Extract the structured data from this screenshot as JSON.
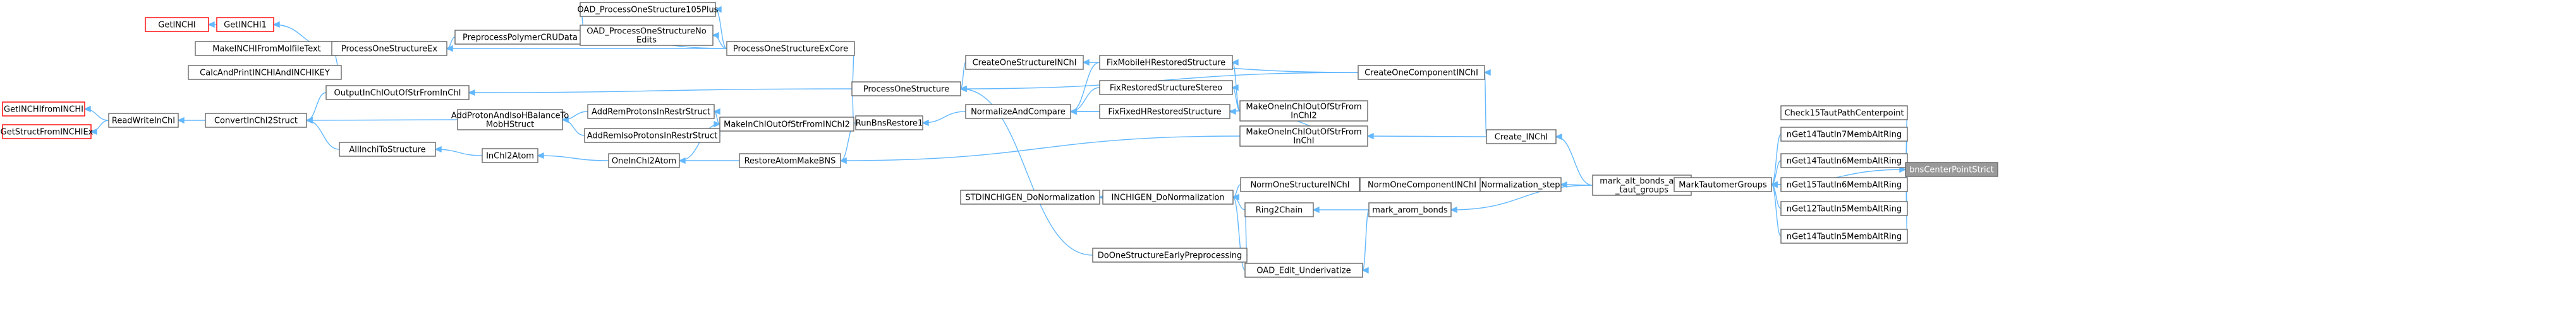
{
  "diagram": {
    "nodes": {
      "getinchi": {
        "label": [
          "GetINCHI"
        ],
        "style": "red"
      },
      "getinchi1": {
        "label": [
          "GetINCHI1"
        ],
        "style": "red"
      },
      "makeinchifrommolfile": {
        "label": [
          "MakeINCHIFromMolfileText"
        ],
        "style": "gray"
      },
      "calcandprint": {
        "label": [
          "CalcAndPrintINCHIAndINCHIKEY"
        ],
        "style": "gray"
      },
      "processonestructureex": {
        "label": [
          "ProcessOneStructureEx"
        ],
        "style": "gray"
      },
      "preprocesspolymer": {
        "label": [
          "PreprocessPolymerCRUData"
        ],
        "style": "gray"
      },
      "oad105plus": {
        "label": [
          "OAD_ProcessOneStructure105Plus"
        ],
        "style": "gray"
      },
      "oadnoedits": {
        "label": [
          "OAD_ProcessOneStructureNo",
          "Edits"
        ],
        "style": "gray"
      },
      "processonestructureexcore": {
        "label": [
          "ProcessOneStructureExCore"
        ],
        "style": "gray"
      },
      "getinchifrominchi": {
        "label": [
          "GetINCHIfromINCHI"
        ],
        "style": "red"
      },
      "getstructfrominchiex": {
        "label": [
          "GetStructFromINCHIEx"
        ],
        "style": "red"
      },
      "readwriteinchi": {
        "label": [
          "ReadWriteInChI"
        ],
        "style": "gray"
      },
      "convertinchi2struct": {
        "label": [
          "ConvertInChI2Struct"
        ],
        "style": "gray"
      },
      "outputinchioutofstr": {
        "label": [
          "OutputInChIOutOfStrFromInChI"
        ],
        "style": "gray"
      },
      "allinchitostructure": {
        "label": [
          "AllInchiToStructure"
        ],
        "style": "gray"
      },
      "inchi2atom": {
        "label": [
          "InChI2Atom"
        ],
        "style": "gray"
      },
      "addprotonandisoh": {
        "label": [
          "AddProtonAndIsoHBalanceTo",
          "MobHStruct"
        ],
        "style": "gray"
      },
      "addremprotons": {
        "label": [
          "AddRemProtonsInRestrStruct"
        ],
        "style": "gray"
      },
      "addremisoprotons": {
        "label": [
          "AddRemIsoProtonsInRestrStruct"
        ],
        "style": "gray"
      },
      "makeinchioutofstrfrominchi2": {
        "label": [
          "MakeInChIOutOfStrFromINChI2"
        ],
        "style": "gray"
      },
      "oneinchi2atom": {
        "label": [
          "OneInChI2Atom"
        ],
        "style": "gray"
      },
      "processonestructure": {
        "label": [
          "ProcessOneStructure"
        ],
        "style": "gray"
      },
      "restoreatommakebns": {
        "label": [
          "RestoreAtomMakeBNS"
        ],
        "style": "gray"
      },
      "runbnsrestore1": {
        "label": [
          "RunBnsRestore1"
        ],
        "style": "gray"
      },
      "createonestructureinchi": {
        "label": [
          "CreateOneStructureINChI"
        ],
        "style": "gray"
      },
      "normalizeandcompare": {
        "label": [
          "NormalizeAndCompare"
        ],
        "style": "gray"
      },
      "fixmobileh": {
        "label": [
          "FixMobileHRestoredStructure"
        ],
        "style": "gray"
      },
      "fixrestoredstereo": {
        "label": [
          "FixRestoredStructureStereo"
        ],
        "style": "gray"
      },
      "fixfixedh": {
        "label": [
          "FixFixedHRestoredStructure"
        ],
        "style": "gray"
      },
      "makeoneinchioutofstrfrominchi2": {
        "label": [
          "MakeOneInChIOutOfStrFrom",
          "InChI2"
        ],
        "style": "gray"
      },
      "makeoneinchioutofstrfrominchi": {
        "label": [
          "MakeOneInChIOutOfStrFrom",
          "InChI"
        ],
        "style": "gray"
      },
      "createonecomponentinchi": {
        "label": [
          "CreateOneComponentINChI"
        ],
        "style": "gray"
      },
      "createinchi": {
        "label": [
          "Create_INChI"
        ],
        "style": "gray"
      },
      "stdinchigen": {
        "label": [
          "STDINCHIGEN_DoNormalization"
        ],
        "style": "gray"
      },
      "inchigen": {
        "label": [
          "INCHIGEN_DoNormalization"
        ],
        "style": "gray"
      },
      "doonestructure": {
        "label": [
          "DoOneStructureEarlyPreprocessing"
        ],
        "style": "gray"
      },
      "normonestructureinchi": {
        "label": [
          "NormOneStructureINChI"
        ],
        "style": "gray"
      },
      "ring2chain": {
        "label": [
          "Ring2Chain"
        ],
        "style": "gray"
      },
      "oadedit": {
        "label": [
          "OAD_Edit_Underivatize"
        ],
        "style": "gray"
      },
      "normonecomponentinchi": {
        "label": [
          "NormOneComponentINChI"
        ],
        "style": "gray"
      },
      "markarombonds": {
        "label": [
          "mark_arom_bonds"
        ],
        "style": "gray"
      },
      "normalizationstep": {
        "label": [
          "Normalization_step"
        ],
        "style": "gray"
      },
      "markallbonds": {
        "label": [
          "mark_alt_bonds_and",
          "_taut_groups"
        ],
        "style": "gray"
      },
      "marktautomergroups": {
        "label": [
          "MarkTautomerGroups"
        ],
        "style": "gray"
      },
      "check15taut": {
        "label": [
          "Check15TautPathCenterpoint"
        ],
        "style": "gray"
      },
      "nget14tauth7": {
        "label": [
          "nGet14TautIn7MembAltRing"
        ],
        "style": "gray"
      },
      "nget14tauth6": {
        "label": [
          "nGet14TautIn6MembAltRing"
        ],
        "style": "gray"
      },
      "nget15tauth6": {
        "label": [
          "nGet15TautIn6MembAltRing"
        ],
        "style": "gray"
      },
      "nget12taut5": {
        "label": [
          "nGet12TautIn5MembAltRing"
        ],
        "style": "gray"
      },
      "nget14taut5": {
        "label": [
          "nGet14TautIn5MembAltRing"
        ],
        "style": "gray"
      },
      "bnscenterpoint": {
        "label": [
          "bnsCenterPointStrict"
        ],
        "style": "focus"
      }
    },
    "edges": [
      [
        "getinchi1",
        "getinchi"
      ],
      [
        "processonestructureex",
        "getinchi1"
      ],
      [
        "processonestructureex",
        "makeinchifrommolfile"
      ],
      [
        "processonestructureex",
        "calcandprint"
      ],
      [
        "preprocesspolymer",
        "processonestructureex"
      ],
      [
        "processonestructureexcore",
        "processonestructureex"
      ],
      [
        "processonestructureexcore",
        "preprocesspolymer"
      ],
      [
        "oad105plus",
        "preprocesspolymer"
      ],
      [
        "processonestructureexcore",
        "oad105plus"
      ],
      [
        "processonestructureexcore",
        "oadnoedits"
      ],
      [
        "readwriteinchi",
        "getinchifrominchi"
      ],
      [
        "readwriteinchi",
        "getstructfrominchiex"
      ],
      [
        "convertinchi2struct",
        "readwriteinchi"
      ],
      [
        "outputinchioutofstr",
        "convertinchi2struct"
      ],
      [
        "allinchitostructure",
        "convertinchi2struct"
      ],
      [
        "addprotonandisoh",
        "convertinchi2struct"
      ],
      [
        "inchi2atom",
        "allinchitostructure"
      ],
      [
        "addremprotons",
        "addprotonandisoh"
      ],
      [
        "addremisoprotons",
        "addprotonandisoh"
      ],
      [
        "makeinchioutofstrfrominchi2",
        "addremprotons"
      ],
      [
        "makeinchioutofstrfrominchi2",
        "addremisoprotons"
      ],
      [
        "oneinchi2atom",
        "inchi2atom"
      ],
      [
        "oneinchi2atom",
        "makeinchioutofstrfrominchi2"
      ],
      [
        "restoreatommakebns",
        "oneinchi2atom"
      ],
      [
        "processonestructure",
        "processonestructureexcore"
      ],
      [
        "processonestructure",
        "outputinchioutofstr"
      ],
      [
        "processonestructure",
        "makeinchioutofstrfrominchi2"
      ],
      [
        "runbnsrestore1",
        "restoreatommakebns"
      ],
      [
        "createonestructureinchi",
        "processonestructure"
      ],
      [
        "normalizeandcompare",
        "runbnsrestore1"
      ],
      [
        "fixmobileh",
        "normalizeandcompare"
      ],
      [
        "fixrestoredstereo",
        "normalizeandcompare"
      ],
      [
        "fixfixedh",
        "normalizeandcompare"
      ],
      [
        "makeoneinchioutofstrfrominchi2",
        "normalizeandcompare"
      ],
      [
        "makeoneinchioutofstrfrominchi2",
        "fixmobileh"
      ],
      [
        "makeoneinchioutofstrfrominchi2",
        "fixrestoredstereo"
      ],
      [
        "makeoneinchioutofstrfrominchi2",
        "fixfixedh"
      ],
      [
        "makeoneinchioutofstrfrominchi",
        "makeoneinchioutofstrfrominchi2"
      ],
      [
        "makeoneinchioutofstrfrominchi",
        "restoreatommakebns"
      ],
      [
        "createonecomponentinchi",
        "createonestructureinchi"
      ],
      [
        "createonecomponentinchi",
        "processonestructure"
      ],
      [
        "createinchi",
        "createonecomponentinchi"
      ],
      [
        "createinchi",
        "makeoneinchioutofstrfrominchi"
      ],
      [
        "inchigen",
        "stdinchigen"
      ],
      [
        "doonestructure",
        "processonestructure"
      ],
      [
        "normonestructureinchi",
        "inchigen"
      ],
      [
        "ring2chain",
        "inchigen"
      ],
      [
        "ring2chain",
        "doonestructure"
      ],
      [
        "oadedit",
        "inchigen"
      ],
      [
        "oadedit",
        "doonestructure"
      ],
      [
        "normonecomponentinchi",
        "normonestructureinchi"
      ],
      [
        "markarombonds",
        "ring2chain"
      ],
      [
        "markarombonds",
        "oadedit"
      ],
      [
        "normalizationstep",
        "normonecomponentinchi"
      ],
      [
        "markallbonds",
        "createinchi"
      ],
      [
        "markallbonds",
        "normalizationstep"
      ],
      [
        "markallbonds",
        "markarombonds"
      ],
      [
        "marktautomergroups",
        "markallbonds"
      ],
      [
        "check15taut",
        "bnscenterpoint"
      ],
      [
        "nget14tauth7",
        "marktautomergroups"
      ],
      [
        "nget14tauth6",
        "marktautomergroups"
      ],
      [
        "nget15tauth6",
        "marktautomergroups"
      ],
      [
        "nget12taut5",
        "marktautomergroups"
      ],
      [
        "nget14taut5",
        "marktautomergroups"
      ],
      [
        "nget14tauth7",
        "bnscenterpoint"
      ],
      [
        "nget14tauth6",
        "bnscenterpoint"
      ],
      [
        "nget15tauth6",
        "bnscenterpoint"
      ],
      [
        "nget12taut5",
        "bnscenterpoint"
      ],
      [
        "nget14taut5",
        "bnscenterpoint"
      ],
      [
        "marktautomergroups",
        "bnscenterpoint"
      ]
    ]
  }
}
